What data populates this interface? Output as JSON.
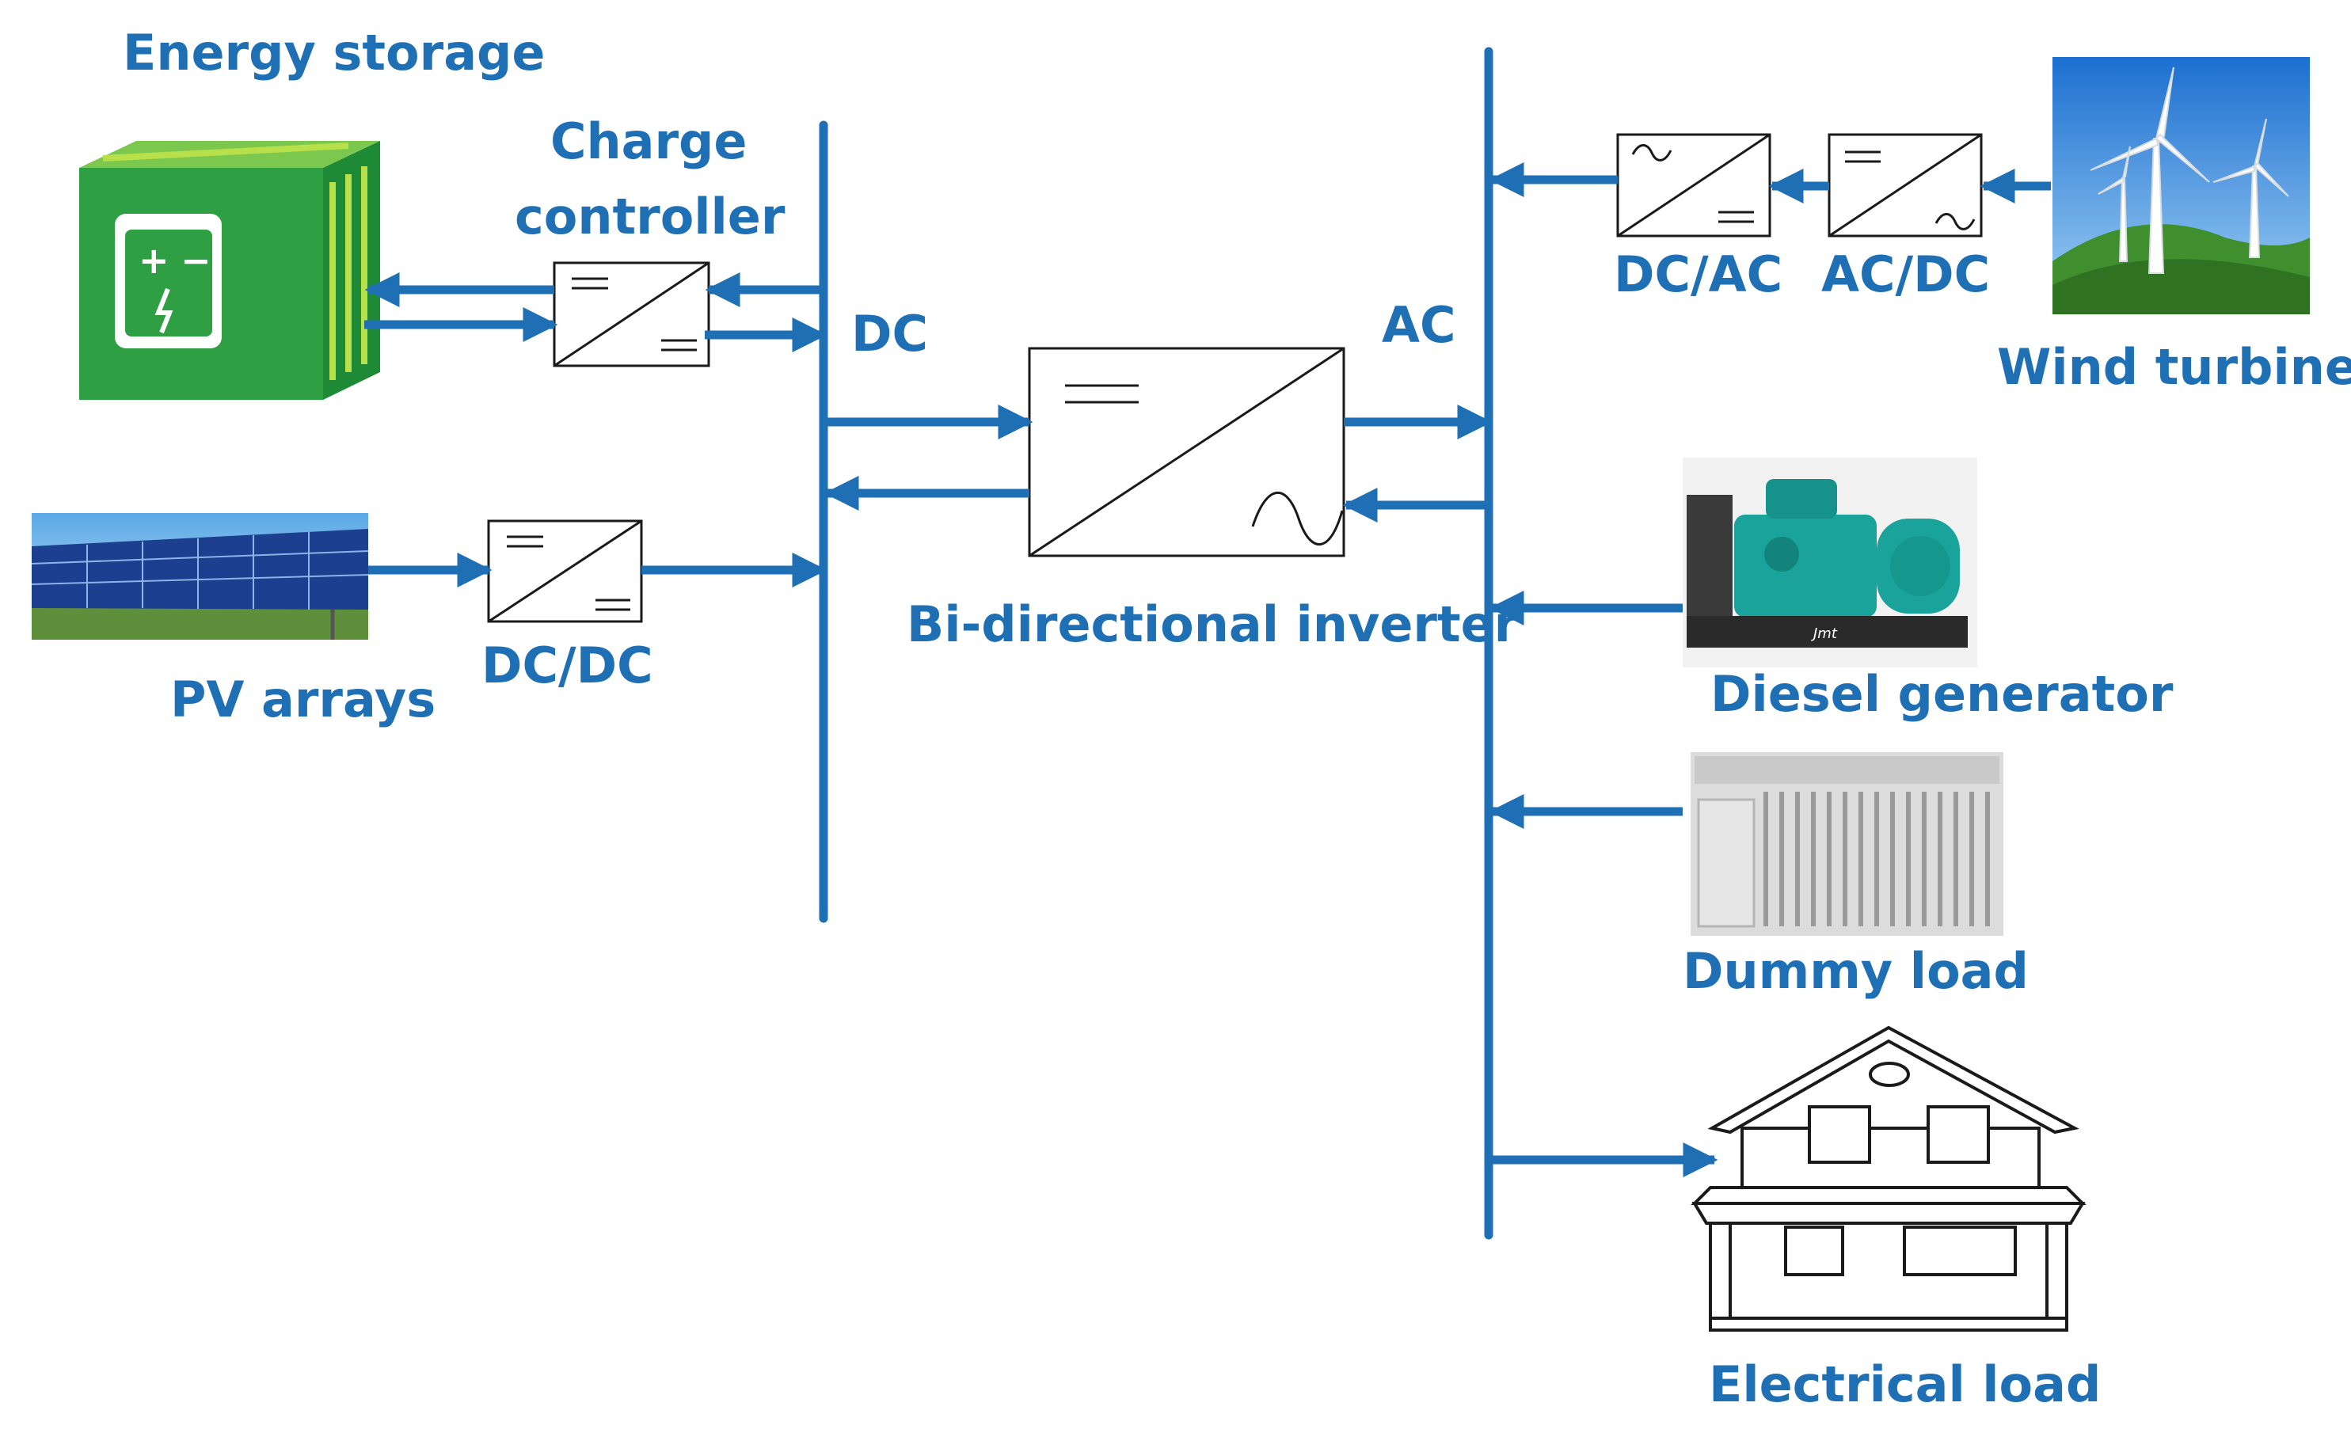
{
  "labels": {
    "energy_storage": "Energy storage",
    "charge_controller_line1": "Charge",
    "charge_controller_line2": "controller",
    "dc_bus": "DC",
    "ac_bus": "AC",
    "pv_arrays": "PV arrays",
    "pv_converter": "DC/DC",
    "inverter": "Bi-directional inverter",
    "wind_dcac": "DC/AC",
    "wind_acdc": "AC/DC",
    "wind_turbine": "Wind turbine",
    "diesel_generator": "Diesel generator",
    "dummy_load": "Dummy load",
    "electrical_load": "Electrical load"
  },
  "colors": {
    "accent": "#1f6fb5",
    "converter_stroke": "#1a1a1a",
    "battery_green": "#2e9e3e",
    "generator_teal": "#1aa39a"
  }
}
